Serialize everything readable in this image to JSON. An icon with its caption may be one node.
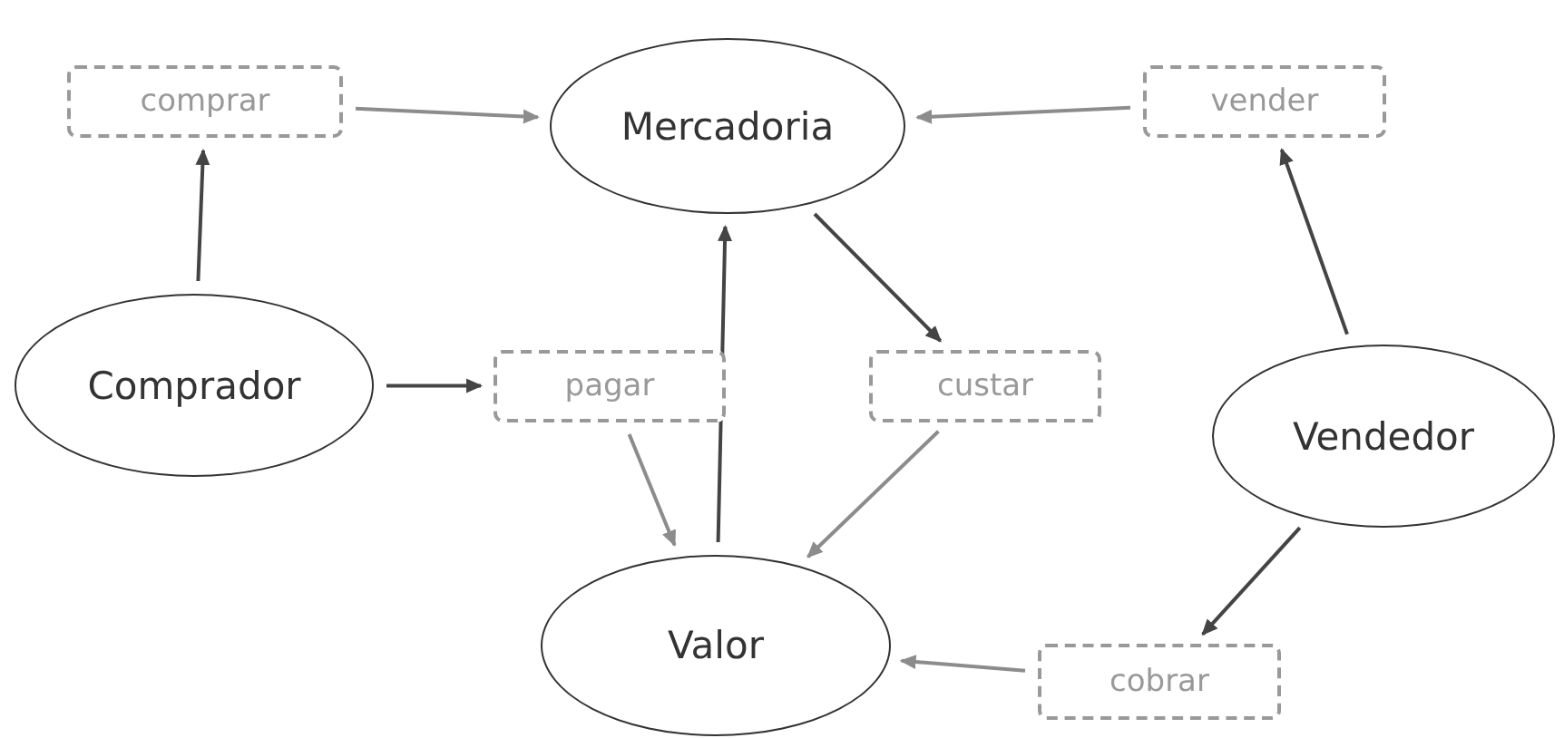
{
  "diagram": {
    "nodes": [
      {
        "text": [
          "comprar"
        ]
      },
      {
        "text": [
          "Mercadoria"
        ]
      },
      {
        "text": [
          "vender"
        ]
      },
      {
        "text": [
          "Comprador"
        ]
      },
      {
        "text": [
          "pagar"
        ]
      },
      {
        "text": [
          "custar"
        ]
      },
      {
        "text": [
          "Vendedor"
        ]
      },
      {
        "text": [
          "Valor"
        ]
      },
      {
        "text": [
          "cobrar"
        ]
      }
    ],
    "edges": [
      {
        "from": 0,
        "to": 1,
        "arrow": "to",
        "color": "#8c8c8c"
      },
      {
        "from": 2,
        "to": 1,
        "arrow": "to",
        "color": "#8c8c8c"
      },
      {
        "from": 3,
        "to": 0,
        "arrow": "to"
      },
      {
        "from": 3,
        "to": 4,
        "arrow": "to"
      },
      {
        "from": 4,
        "to": 7,
        "arrow": "to",
        "color": "#8c8c8c"
      },
      {
        "from": 5,
        "to": 7,
        "arrow": "to",
        "color": "#8c8c8c"
      },
      {
        "from": 7,
        "to": 1,
        "arrow": "to"
      },
      {
        "from": 1,
        "to": 5,
        "arrow": "to"
      },
      {
        "from": 6,
        "to": 2,
        "arrow": "to"
      },
      {
        "from": 6,
        "to": 8,
        "arrow": "to"
      },
      {
        "from": 8,
        "to": 7,
        "arrow": "to",
        "color": "#8c8c8c"
      }
    ]
  }
}
